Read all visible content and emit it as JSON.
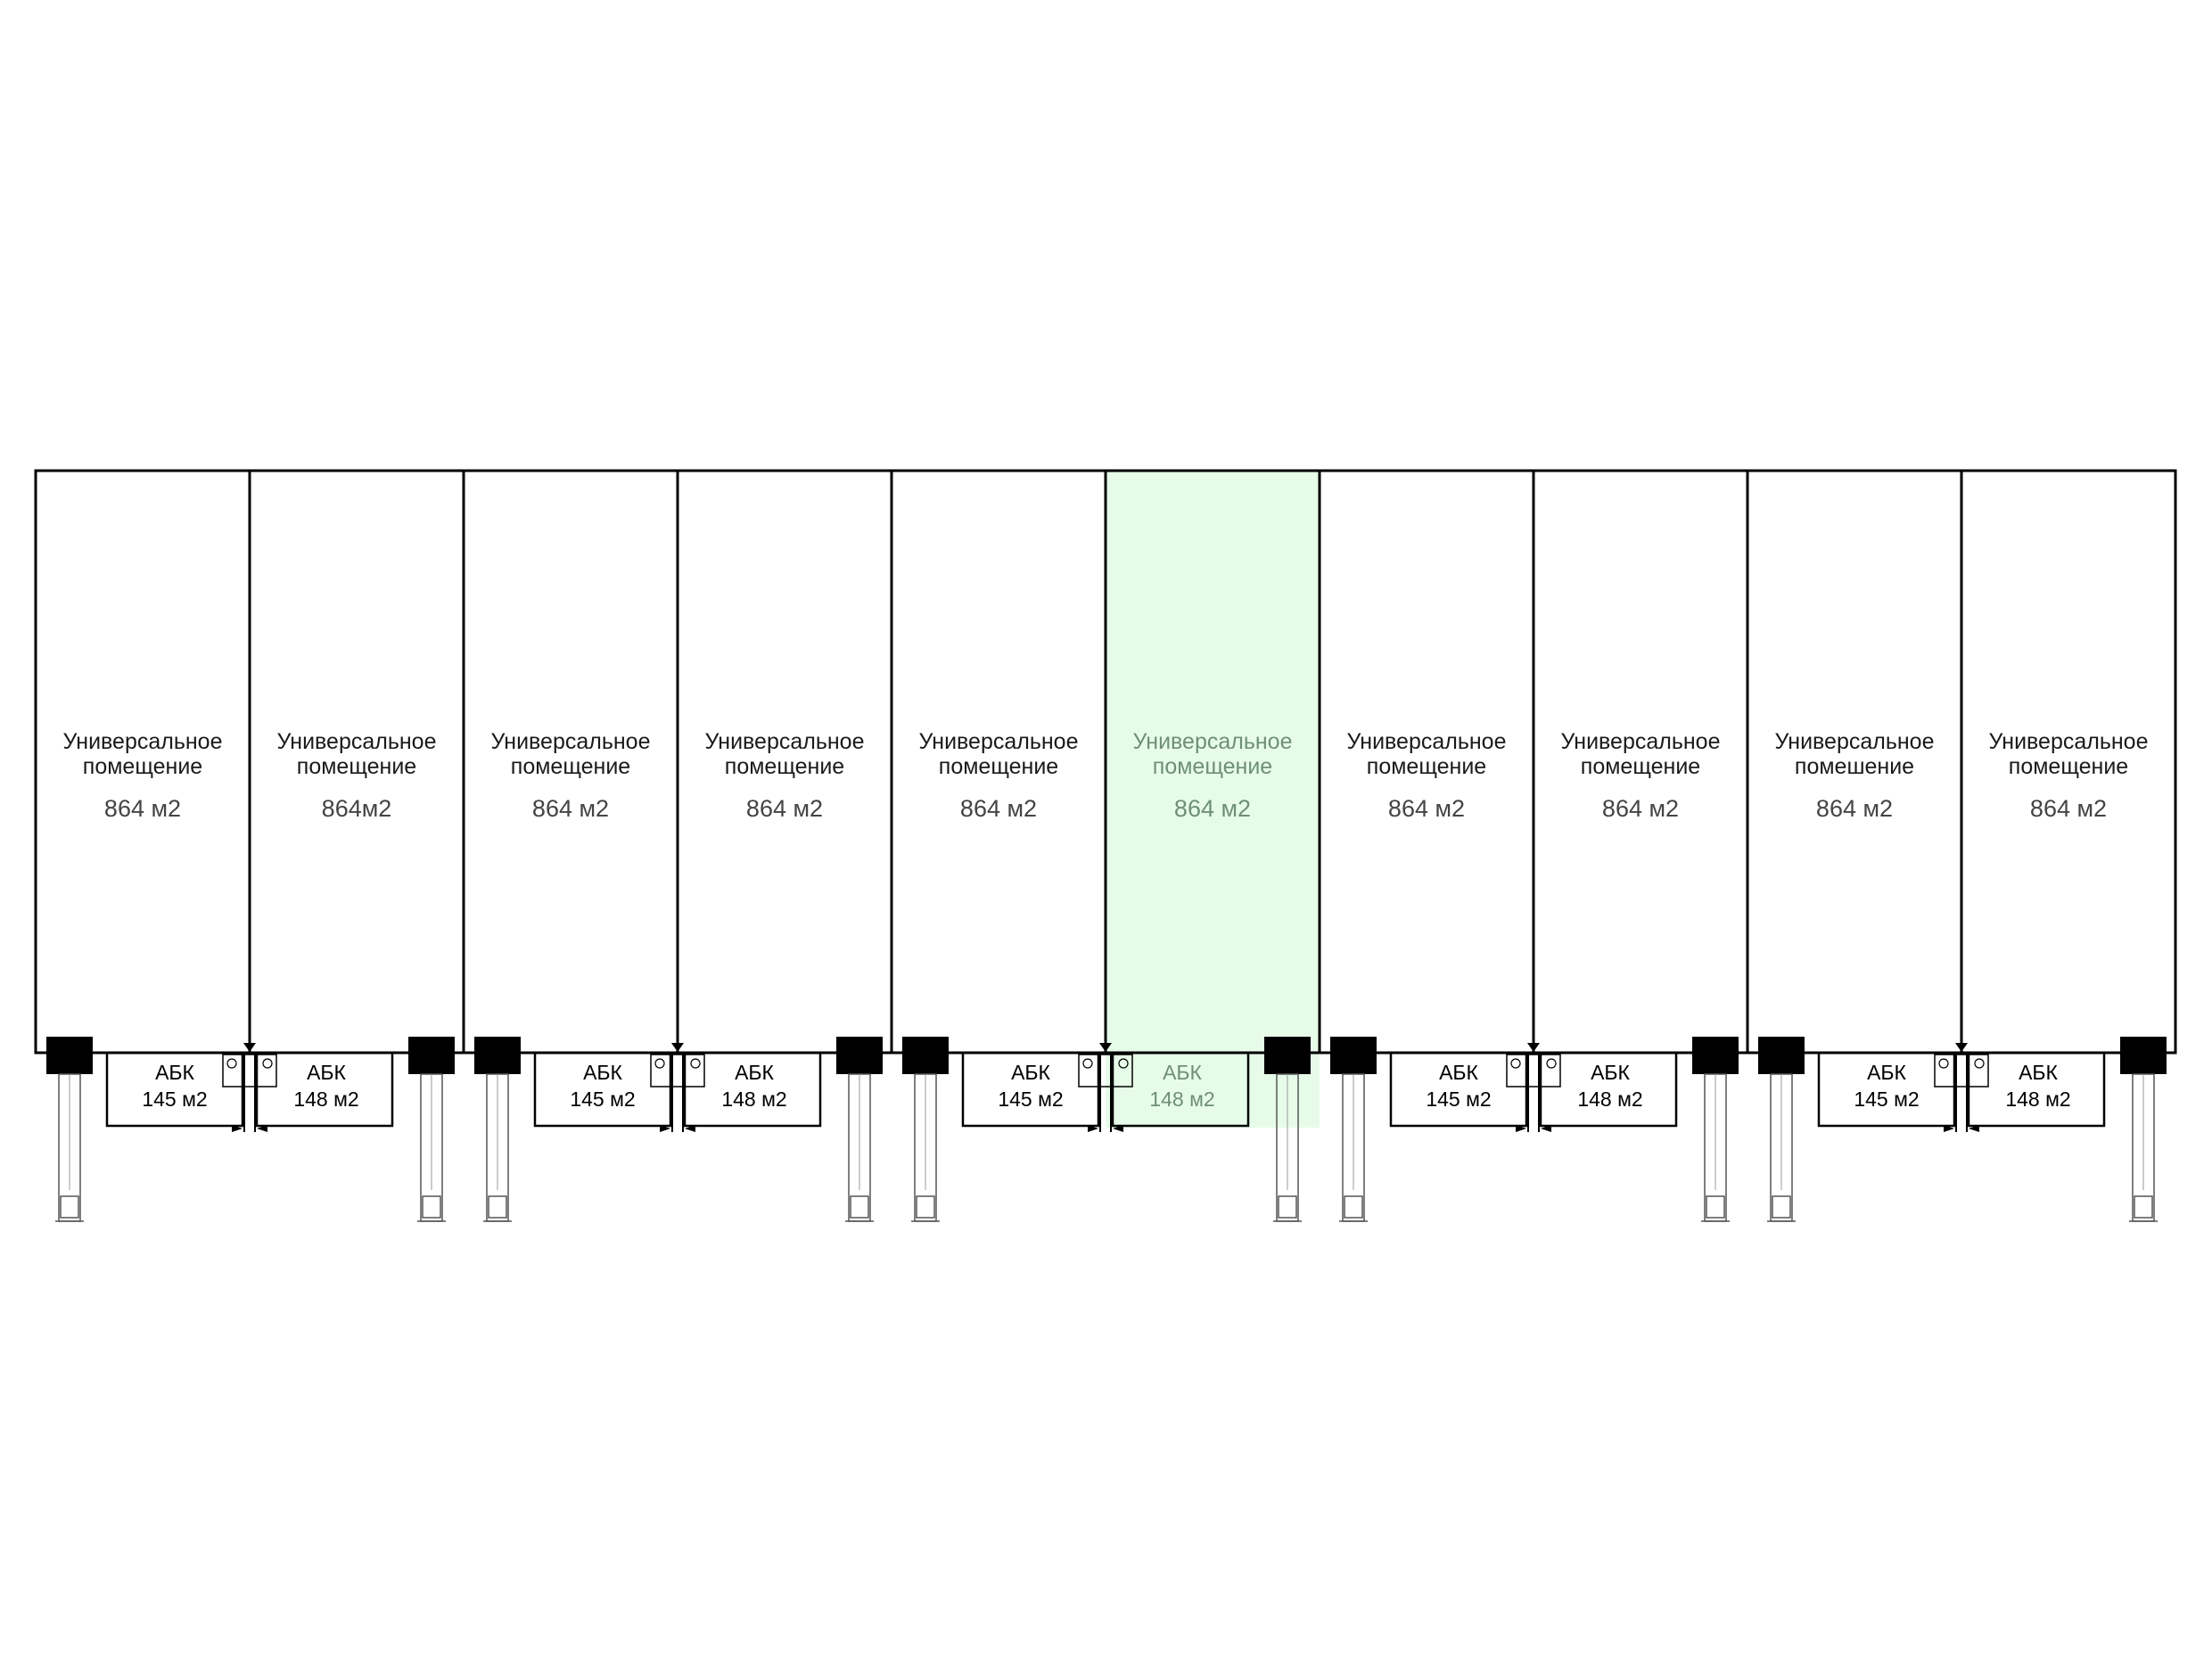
{
  "colors": {
    "line": "#000000",
    "highlight": "#e6fce9",
    "highlight_text": "#6f8f76"
  },
  "highlighted_index": 5,
  "units": [
    {
      "name_line1": "Универсальное",
      "name_line2": "помещение",
      "area": "864 м2",
      "abk_label": "АБК",
      "abk_area": "145 м2"
    },
    {
      "name_line1": "Универсальное",
      "name_line2": "помещение",
      "area": "864м2",
      "abk_label": "АБК",
      "abk_area": "148 м2"
    },
    {
      "name_line1": "Универсальное",
      "name_line2": "помещение",
      "area": "864 м2",
      "abk_label": "АБК",
      "abk_area": "145 м2"
    },
    {
      "name_line1": "Универсальное",
      "name_line2": "помещение",
      "area": "864 м2",
      "abk_label": "АБК",
      "abk_area": "148 м2"
    },
    {
      "name_line1": "Универсальное",
      "name_line2": "помещение",
      "area": "864 м2",
      "abk_label": "АБК",
      "abk_area": "145 м2"
    },
    {
      "name_line1": "Универсальное",
      "name_line2": "помещение",
      "area": "864 м2",
      "abk_label": "АБК",
      "abk_area": "148 м2"
    },
    {
      "name_line1": "Универсальное",
      "name_line2": "помещение",
      "area": "864 м2",
      "abk_label": "АБК",
      "abk_area": "145 м2"
    },
    {
      "name_line1": "Универсальное",
      "name_line2": "помещение",
      "area": "864 м2",
      "abk_label": "АБК",
      "abk_area": "148 м2"
    },
    {
      "name_line1": "Универсальное",
      "name_line2": "помешение",
      "area": "864 м2",
      "abk_label": "АБК",
      "abk_area": "145 м2"
    },
    {
      "name_line1": "Универсальное",
      "name_line2": "помещение",
      "area": "864 м2",
      "abk_label": "АБК",
      "abk_area": "148 м2"
    }
  ]
}
